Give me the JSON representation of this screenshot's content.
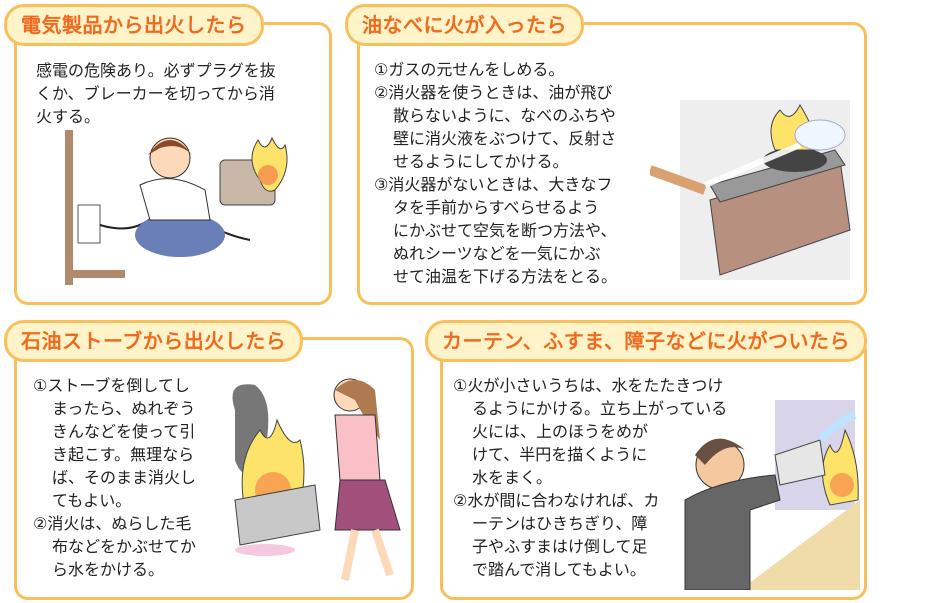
{
  "panels": [
    {
      "title": "電気製品から出火したら",
      "lines": [
        "感電の危険あり。必ずプラグを抜",
        "くか、ブレーカーを切ってから消",
        "火する。"
      ]
    },
    {
      "title": "油なべに火が入ったら",
      "lines": [
        "①ガスの元せんをしめる。",
        "②消火器を使うときは、油が飛び",
        "散らないように、なべのふちや",
        "壁に消火液をぶつけて、反射さ",
        "せるようにしてかける。",
        "③消火器がないときは、大きなフ",
        "タを手前からすべらせるよう",
        "にかぶせて空気を断つ方法や、",
        "ぬれシーツなどを一気にかぶ",
        "せて油温を下げる方法をとる。"
      ]
    },
    {
      "title": "石油ストーブから出火したら",
      "lines": [
        "①ストーブを倒してし",
        "まったら、ぬれぞう",
        "きんなどを使って引",
        "き起こす。無理なら",
        "ば、そのまま消火し",
        "てもよい。",
        "②消火は、ぬらした毛",
        "布などをかぶせてか",
        "ら水をかける。"
      ]
    },
    {
      "title": "カーテン、ふすま、障子などに火がついたら",
      "lines": [
        "①火が小さいうちは、水をたたきつけ",
        "るようにかける。立ち上がっている",
        "火には、上のほうをめが",
        "けて、半円を描くように",
        "水をまく。",
        "②水が間に合わなければ、カ",
        "ーテンはひきちぎり、障",
        "子やふすまはけ倒して足",
        "で踏んで消してもよい。"
      ]
    }
  ],
  "colors": {
    "border": "#f8bf5a",
    "title_bg": "#fff4c9",
    "title_text": "#f06a1e"
  }
}
